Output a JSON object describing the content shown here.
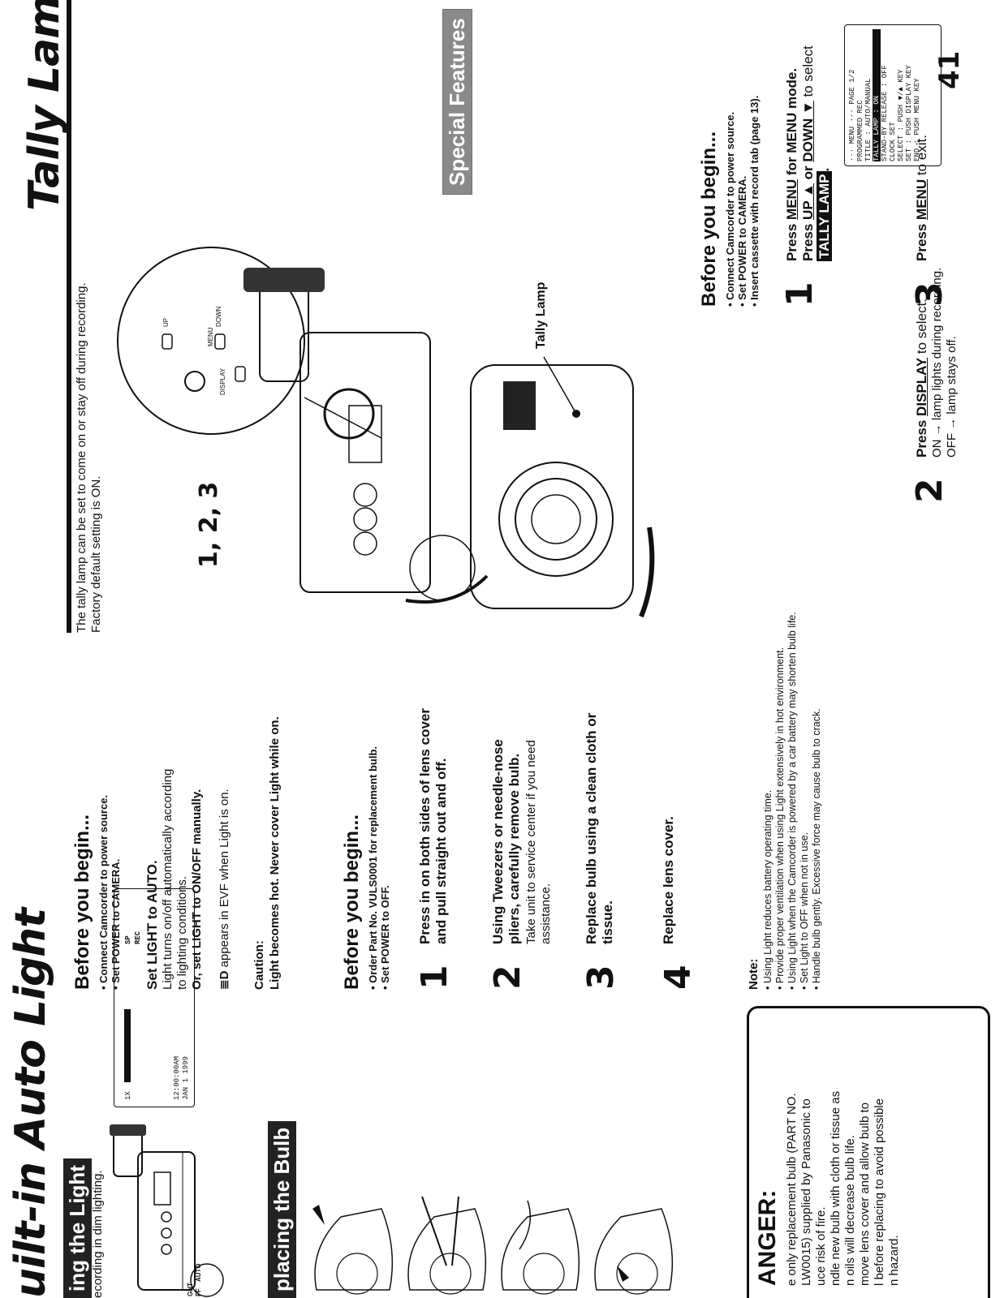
{
  "left_page": {
    "title": "uilt-in Auto Light",
    "section1": {
      "bar_label": "ing the Light",
      "intro": "ecording in dim lighting."
    },
    "before1": {
      "heading": "Before you begin...",
      "bullets": [
        "Connect Camcorder to power source.",
        "Set POWER to CAMERA."
      ]
    },
    "set_light": {
      "line1": "Set LIGHT to AUTO.",
      "line2": "Light turns on/off automatically according",
      "line3": "to lighting conditions.",
      "line4": "Or, set LIGHT to ON/OFF manually."
    },
    "evf_note": "appears in EVF when Light is on.",
    "evf_symbol": "≣D",
    "caution": {
      "heading": "Caution:",
      "text": "Light becomes hot. Never cover Light while on."
    },
    "evf_display": {
      "zoom": "1X",
      "time": "12:00:00AM",
      "date": "JAN  1 1999",
      "mode1": "SP",
      "mode2": "REC"
    },
    "section2": {
      "bar_label": "placing the Bulb"
    },
    "before2": {
      "heading": "Before you begin...",
      "bullets": [
        "Order Part No. VULS0001 for replacement bulb.",
        "Set POWER to OFF."
      ]
    },
    "steps": [
      {
        "num": "1",
        "text": "Press in on both sides of lens cover and pull straight out and off."
      },
      {
        "num": "2",
        "text": "Using Tweezers or needle-nose pliers, carefully remove bulb.",
        "sub": "Take unit to service center if you need assistance."
      },
      {
        "num": "3",
        "text": "Replace bulb using a clean cloth or tissue."
      },
      {
        "num": "4",
        "text": "Replace lens cover."
      }
    ],
    "note": {
      "heading": "Note:",
      "items": [
        "Using Light reduces battery operating time.",
        "Provide proper ventilation when using Light extensively in hot environment.",
        "Using Light when the Camcorder is powered by a car battery may shorten bulb life.",
        "Set Light to OFF when not in use.",
        "Handle bulb gently. Excessive force may cause bulb to crack."
      ]
    },
    "danger": {
      "heading": "ANGER:",
      "lines": [
        "e only replacement bulb (PART NO.",
        "LW0015) supplied by Panasonic to",
        "uce risk of fire.",
        "ndle new bulb with cloth or tissue as",
        "n oils will decrease bulb life.",
        "move lens cover and allow bulb to",
        "l before replacing to avoid possible",
        "n hazard."
      ]
    },
    "switch_labels": [
      "GHT",
      "FF",
      "AUTO"
    ]
  },
  "right_page": {
    "badge": "Special Features",
    "title": "Tally Lamp",
    "intro1": "The tally lamp can be set to come on or stay off during recording.",
    "intro2": "Factory default setting is ON.",
    "callout": "1, 2, 3",
    "button_labels": {
      "display": "DISPLAY",
      "menu": "MENU",
      "up": "UP",
      "down": "DOWN"
    },
    "tally_label": "Tally Lamp",
    "before": {
      "heading": "Before you begin...",
      "bullets": [
        "Connect Camcorder to power source.",
        "Set POWER to CAMERA.",
        "Insert cassette with record tab (page 13)."
      ]
    },
    "steps": [
      {
        "num": "1",
        "line1_a": "Press ",
        "line1_key": "MENU",
        "line1_b": " for MENU mode.",
        "line2_a": "Press ",
        "line2_key1": "UP ▲",
        "line2_or": " or ",
        "line2_key2": "DOWN ▼",
        "line2_b": " to select",
        "line3_key": "TALLY LAMP",
        "line3_b": "."
      },
      {
        "num": "2",
        "line1_a": "Press ",
        "line1_key": "DISPLAY",
        "line1_b": " to select:",
        "line2": "ON → lamp lights during recording.",
        "line3": "OFF → lamp stays off."
      },
      {
        "num": "3",
        "line1_a": "Press ",
        "line1_key": "MENU",
        "line1_b": " to exit."
      }
    ],
    "menu_screen": {
      "lines": [
        "··· MENU ···    PAGE 1/2",
        "PROGRAMMED REC",
        "TITLE       : AUTO/MANUAL",
        "TALLY LAMP  : ON",
        "STAND-BY RELEASE : OFF",
        "CLOCK SET",
        "SELECT : PUSH ▼/▲ KEY",
        "SET    : PUSH DISPLAY KEY",
        "END    : PUSH MENU KEY"
      ]
    },
    "page_number": "41"
  }
}
